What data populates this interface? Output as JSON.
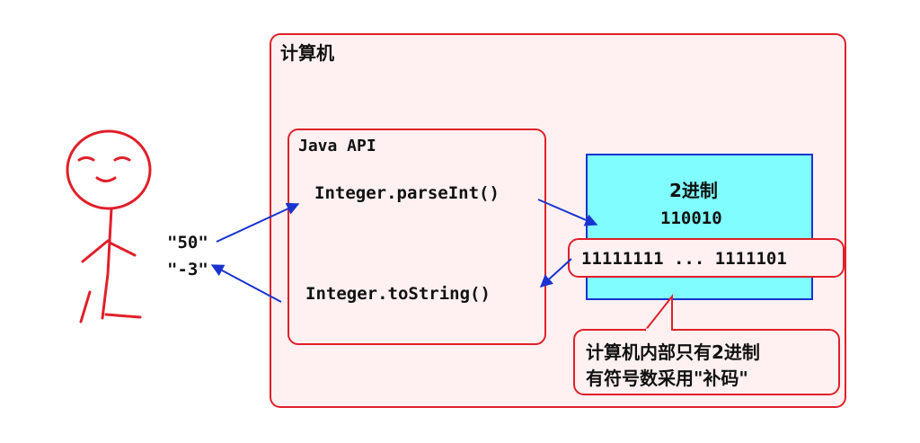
{
  "computer": {
    "title": "计算机"
  },
  "api": {
    "title": "Java API",
    "parse_method": "Integer.parseInt()",
    "to_string_method": "Integer.toString()"
  },
  "binary": {
    "title": "2进制",
    "positive_value": "110010",
    "negative_value": "11111111 ... 1111101"
  },
  "note": {
    "line1": "计算机内部只有2进制",
    "line2": "有符号数采用\"补码\""
  },
  "inputs": {
    "fifty": "\"50\"",
    "minus_three": "\"-3\""
  },
  "colors": {
    "border_red": "#e0202a",
    "panel_pink": "#fff1f1",
    "binary_cyan": "#7ffdff",
    "arrow_blue": "#1a33d0"
  }
}
